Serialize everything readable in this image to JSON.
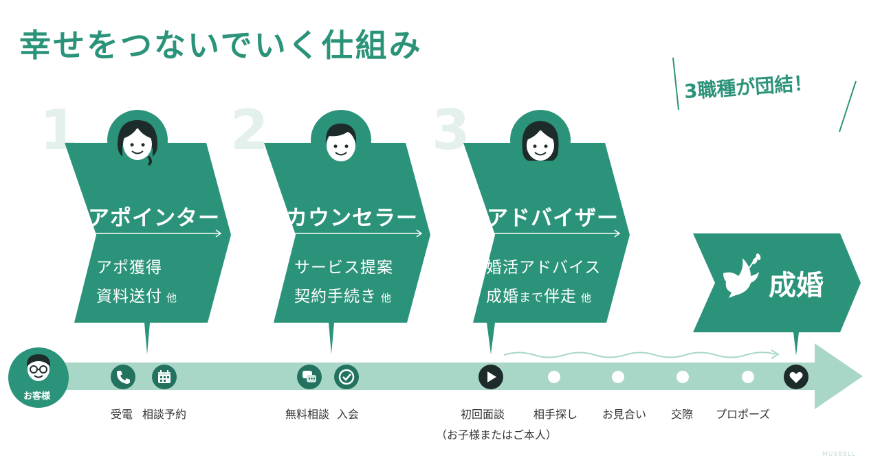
{
  "title": "幸せをつないでいく仕組み",
  "badge": "3職種が団結！",
  "steps": [
    {
      "number": "1",
      "role": "アポインター",
      "task1": "アポ獲得",
      "task2": "資料送付",
      "task2_suffix": "他"
    },
    {
      "number": "2",
      "role": "カウンセラー",
      "task1": "サービス提案",
      "task2": "契約手続き",
      "task2_suffix": "他"
    },
    {
      "number": "3",
      "role": "アドバイザー",
      "task1": "婚活アドバイス",
      "task2a": "成婚",
      "task2b": "まで",
      "task2c": "伴走",
      "task2_suffix": "他"
    }
  ],
  "goal": "成婚",
  "customer": "お客様",
  "timeline": {
    "phone": "受電",
    "reserve": "相談予約",
    "consult": "無料相談",
    "join": "入会",
    "first": "初回面談",
    "first_note": "（お子様またはご本人）",
    "search": "相手探し",
    "meet": "お見合い",
    "date": "交際",
    "propose": "プロポーズ"
  },
  "watermark": "MUSBELL",
  "colors": {
    "primary": "#2b9379",
    "dark": "#23725f",
    "light": "#a9d7c7",
    "num": "#e4f0ec"
  }
}
